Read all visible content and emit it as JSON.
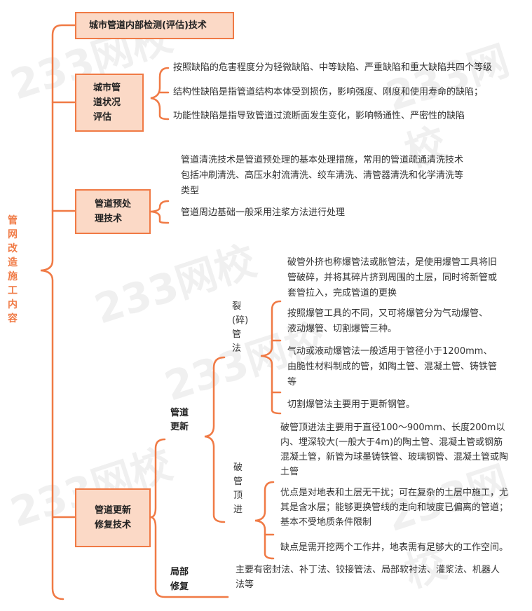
{
  "root": "管网改造施工内容",
  "watermark": "233网校",
  "colors": {
    "accent": "#f07a45",
    "box_fill": "#fbd9c6"
  },
  "nodes": {
    "inspection": {
      "label": "城市管道内部检测(评估)技术"
    },
    "assessment": {
      "label": "城市管道状况评估",
      "items": [
        "按照缺陷的危害程度分为轻微缺陷、中等缺陷、严重缺陷和重大缺陷共四个等级",
        "结构性缺陷是指管道结构本体受到损伤，影响强度、刚度和使用寿命的缺陷；",
        "功能性缺陷是指导致管道过流断面发生变化，影响畅通性、严密性的缺陷"
      ]
    },
    "pretreatment": {
      "label": "管道预处理技术",
      "items": [
        "管道清洗技术是管道预处理的基本处理措施，常用的管道疏通清洗技术包括冲刷清洗、高压水射流清洗、绞车清洗、清管器清洗和化学清洗等类型",
        "管道周边基础一般采用注浆方法进行处理"
      ]
    },
    "repair": {
      "label": "管道更新修复技术",
      "renewal": {
        "label": "管道更新",
        "burst": {
          "label": "裂(碎)管法",
          "items": [
            "破管外挤也称爆管法或胀管法，是使用爆管工具将旧管破碎，并将其碎片挤到周围的土层，同时将新管或套管拉入，完成管道的更换",
            "按照爆管工具的不同，又可将爆管分为气动爆管、液动爆管、切割爆管三种。",
            "气动或液动爆管法一般适用于管径小于1200mm、由脆性材料制成的管，如陶土管、混凝土管、铸铁管等",
            "切割爆管法主要用于更新钢管。"
          ]
        },
        "jacking": {
          "label": "破管顶进",
          "items": [
            "破管顶进法主要用于直径100～900mm、长度200m以内、埋深较大(一般大于4m)的陶土管、混凝土管或钢筋混凝土管，新管为球墨铸铁管、玻璃钢管、混凝土管或陶土管",
            "优点是对地表和土层无干扰；可在复杂的土层中施工，尤其是含水层；能够更换管线的走向和坡度已偏离的管道；基本不受地质条件限制",
            "缺点是需开挖两个工作井，地表需有足够大的工作空间。"
          ]
        }
      },
      "local": {
        "label": "局部修复",
        "text": "主要有密封法、补丁法、铰接管法、局部软衬法、灌浆法、机器人法等"
      }
    }
  }
}
